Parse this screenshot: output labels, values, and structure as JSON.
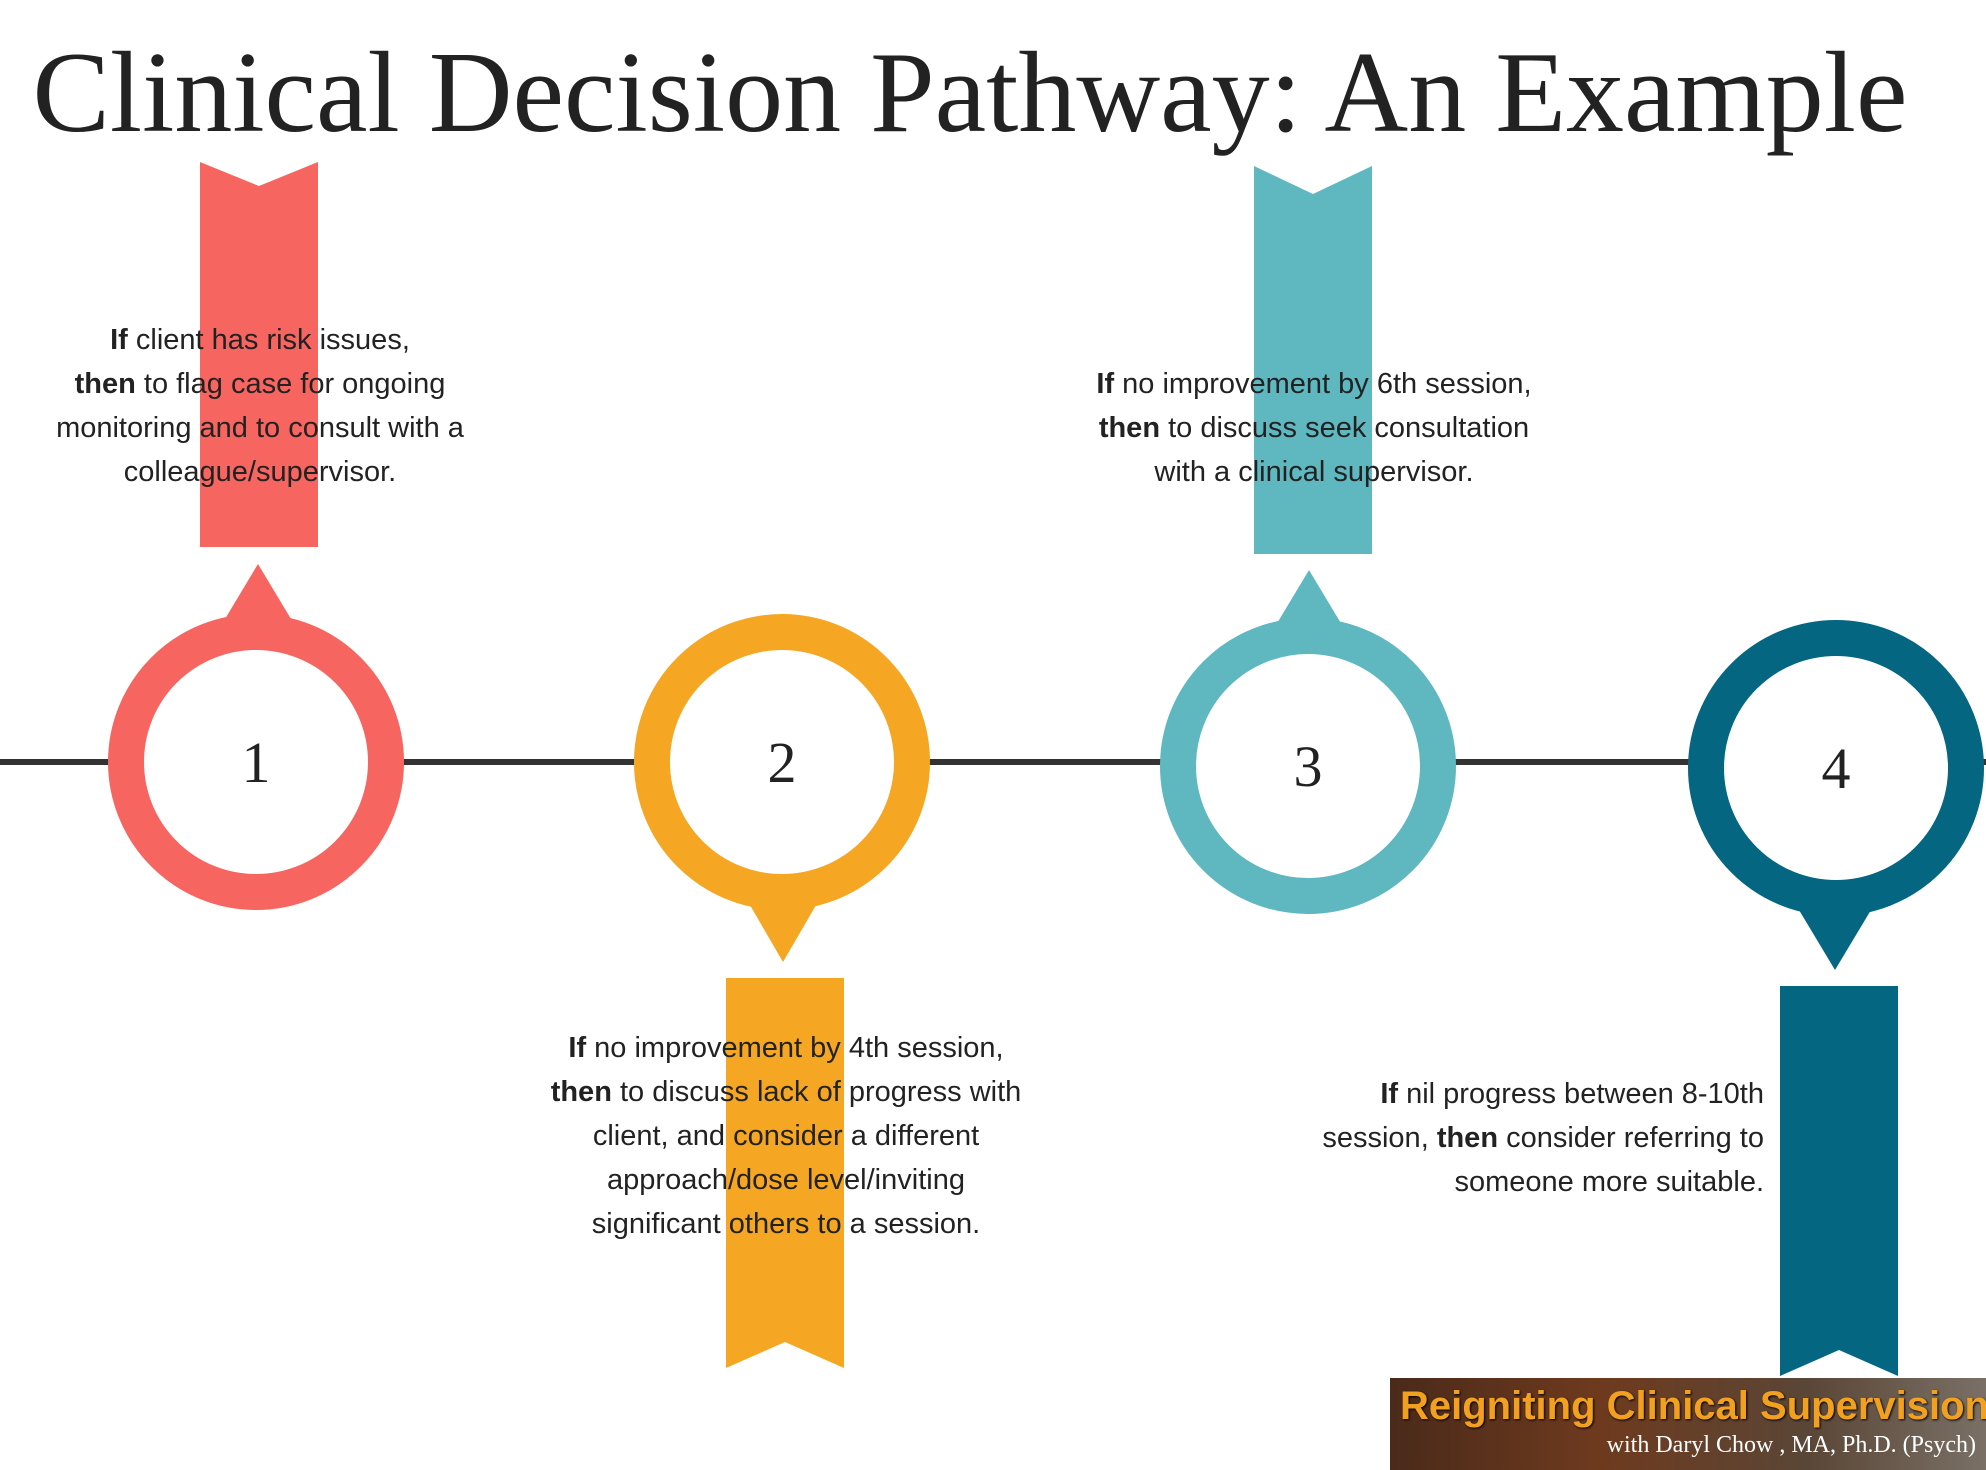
{
  "title": "Clinical Decision Pathway: An Example",
  "colors": {
    "step1": "#f76560",
    "step2": "#f5a623",
    "step3": "#5fb8c0",
    "step4": "#056682",
    "line": "#333333"
  },
  "steps": [
    {
      "number": "1",
      "if_label": "If",
      "then_label": "then",
      "line1_rest": " client has risk issues,",
      "line2_rest": " to flag case for ongoing",
      "line3": "monitoring and to consult with a",
      "line4": "colleague/supervisor."
    },
    {
      "number": "2",
      "if_label": "If",
      "then_label": "then",
      "line1_rest": " no improvement by 4th session,",
      "line2_rest": " to discuss lack of progress with",
      "line3": "client, and consider a different",
      "line4": "approach/dose level/inviting",
      "line5": "significant others to a session."
    },
    {
      "number": "3",
      "if_label": "If",
      "then_label": "then",
      "line1_rest": " no improvement by 6th session,",
      "line2_rest": " to discuss seek consultation",
      "line3": "with a clinical supervisor."
    },
    {
      "number": "4",
      "if_label": "If",
      "then_label": "then",
      "line1_rest": " nil progress between 8-10th",
      "line2_pre": "session, ",
      "line2_rest": " consider referring to",
      "line3": "someone more suitable."
    }
  ],
  "logo": {
    "title": "Reigniting Clinical Supervision",
    "subtitle": "with Daryl Chow , MA, Ph.D. (Psych)"
  }
}
